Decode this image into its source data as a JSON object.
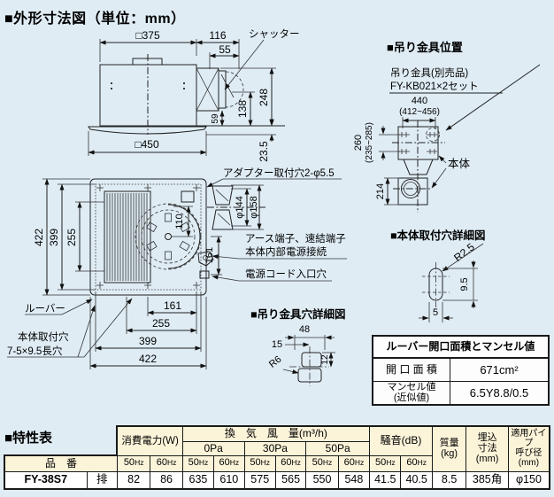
{
  "page": {
    "bg": "#dfecf4",
    "line_color": "#222222",
    "header_bg": "#fcf4d9"
  },
  "titles": {
    "main": "■外形寸法図（単位：mm）",
    "bracket_position": "■吊り金具位置",
    "bracket_hole_detail": "■吊り金具穴詳細図",
    "body_hole_detail": "■本体取付穴詳細図",
    "spec": "■特性表"
  },
  "side_view": {
    "top_width": "□375",
    "duct_depth": "116",
    "shutter_w": "55",
    "shutter": "シャッター",
    "h248": "248",
    "h138": "138",
    "h59": "59",
    "h235": "23.5",
    "panel_width": "□450"
  },
  "front_view": {
    "l422": "422",
    "l399": "399",
    "l255": "255",
    "i110": "110",
    "r161": "161",
    "b161": "161",
    "b255": "255",
    "b399": "399",
    "b422": "422",
    "louver": "ルーバー",
    "mount1": "本体取付穴",
    "mount2": "7-5×9.5長穴",
    "adapter": "アダプター取付穴2-φ5.5",
    "d144": "φ144",
    "d158": "φ158",
    "earth1": "アース端子、速結端子",
    "earth2": "本体内部電源接続",
    "cord": "電源コード入口穴"
  },
  "bracket": {
    "note1": "吊り金具(別売品)",
    "note2": "FY-KB021×2セット",
    "w440": "440",
    "w440r": "(412~456)",
    "h260": "260",
    "h260r": "(235~285)",
    "h214": "214",
    "body": "本体"
  },
  "bracket_hole": {
    "w48": "48",
    "w15": "15",
    "h12": "12",
    "r6": "R6"
  },
  "body_hole": {
    "r25": "R2.5",
    "h95": "9.5",
    "w5": "5"
  },
  "louver_table": {
    "title": "ルーバー開口面積とマンセル値",
    "area_label": "開 口 面 積",
    "area_value": "671cm²",
    "munsell_label1": "マンセル値",
    "munsell_label2": "(近似値)",
    "munsell_value": "6.5Y8.8/0.5"
  },
  "spec": {
    "product": "品　番",
    "power": "消費電力(W)",
    "airflow": "換　気　風　量(m³/h)",
    "p0": "0Pa",
    "p30": "30Pa",
    "p50": "50Pa",
    "noise": "騒音(dB)",
    "mass1": "質量",
    "mass2": "(kg)",
    "recess1": "埋込",
    "recess2": "寸法",
    "recess3": "(mm)",
    "pipe1": "適用パイプ",
    "pipe2": "呼び径",
    "pipe3": "(mm)",
    "hz50n": "50",
    "hz60n": "60",
    "hzu": "Hz",
    "row": {
      "model": "FY-38S7",
      "type": "排",
      "pw50": "82",
      "pw60": "86",
      "v0_50": "635",
      "v0_60": "610",
      "v30_50": "575",
      "v30_60": "565",
      "v50_50": "550",
      "v50_60": "548",
      "n50": "41.5",
      "n60": "40.5",
      "mass": "8.5",
      "recess": "385角",
      "pipe": "φ150"
    }
  }
}
